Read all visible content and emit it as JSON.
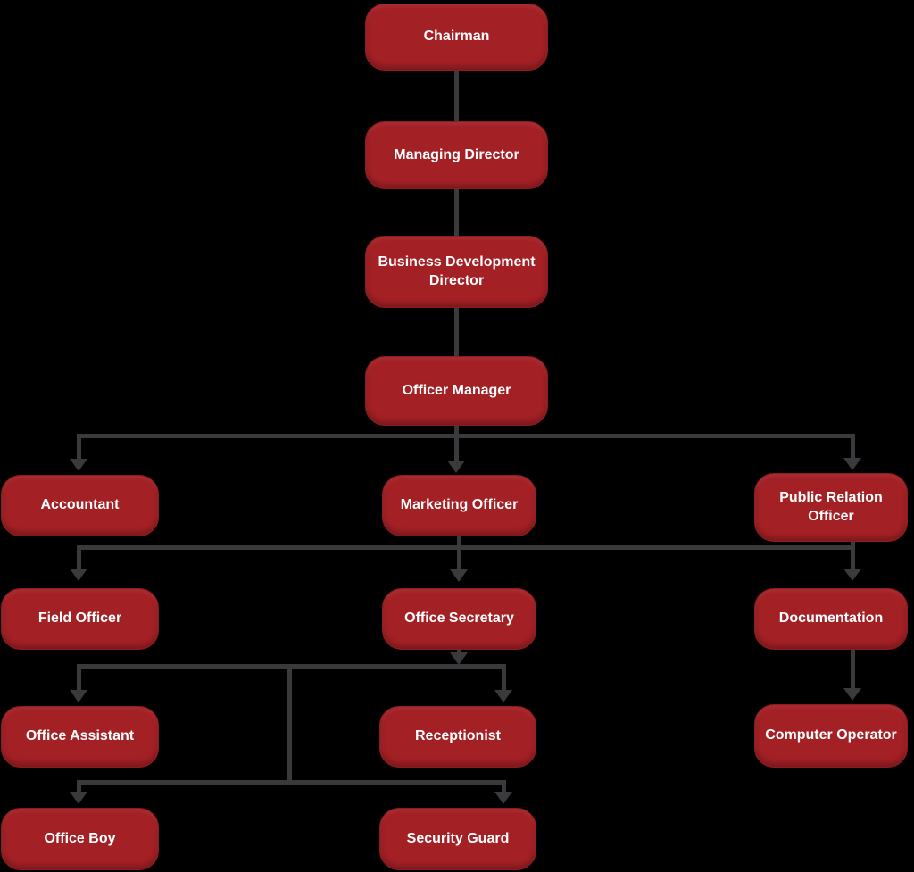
{
  "colors": {
    "background": "#000000",
    "node_fill": "#A32025",
    "node_border": "#8D1B1F",
    "node_text": "#FFFFFF",
    "connector": "#3A3A3C"
  },
  "nodes": {
    "chairman": "Chairman",
    "managing_director": "Managing Director",
    "business_development_director": "Business Development Director",
    "officer_manager": "Officer Manager",
    "accountant": "Accountant",
    "marketing_officer": "Marketing Officer",
    "public_relation_officer": "Public Relation Officer",
    "field_officer": "Field Officer",
    "office_secretary": "Office Secretary",
    "documentation": "Documentation",
    "office_assistant": "Office Assistant",
    "receptionist": "Receptionist",
    "computer_operator": "Computer Operator",
    "office_boy": "Office Boy",
    "security_guard": "Security Guard"
  },
  "diagram": {
    "type": "org-chart",
    "edges": [
      {
        "from": "Chairman",
        "to": "Managing Director"
      },
      {
        "from": "Managing Director",
        "to": "Business Development Director"
      },
      {
        "from": "Business Development Director",
        "to": "Officer Manager"
      },
      {
        "from": "Officer Manager",
        "to": "Accountant"
      },
      {
        "from": "Officer Manager",
        "to": "Marketing Officer"
      },
      {
        "from": "Officer Manager",
        "to": "Public Relation Officer"
      },
      {
        "from": "Marketing Officer",
        "to": "Field Officer"
      },
      {
        "from": "Marketing Officer",
        "to": "Office Secretary"
      },
      {
        "from": "Public Relation Officer",
        "to": "Documentation"
      },
      {
        "from": "Office Secretary",
        "to": "Office Assistant"
      },
      {
        "from": "Office Secretary",
        "to": "Receptionist"
      },
      {
        "from": "Office Secretary",
        "to": "Office Boy"
      },
      {
        "from": "Office Secretary",
        "to": "Security Guard"
      },
      {
        "from": "Documentation",
        "to": "Computer Operator"
      }
    ]
  }
}
